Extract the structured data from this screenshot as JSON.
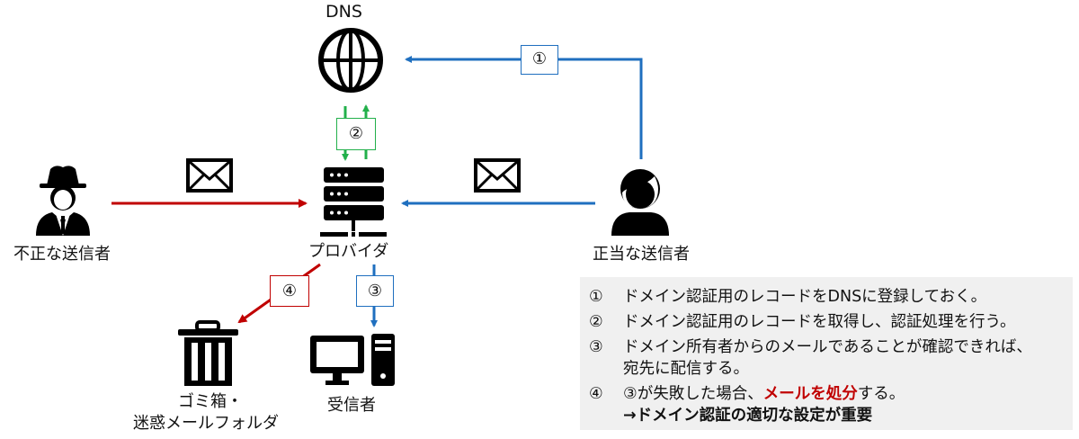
{
  "nodes": {
    "dns": {
      "label": "DNS"
    },
    "provider": {
      "label": "プロバイダ"
    },
    "malicious_sender": {
      "label": "不正な送信者"
    },
    "legit_sender": {
      "label": "正当な送信者"
    },
    "trash": {
      "label_line1": "ゴミ箱・",
      "label_line2": "迷惑メールフォルダ"
    },
    "recipient": {
      "label": "受信者"
    }
  },
  "steps": {
    "s1": "①",
    "s2": "②",
    "s3": "③",
    "s4": "④"
  },
  "colors": {
    "blue": "#1f6fbf",
    "red": "#c00000",
    "green": "#22b04b",
    "panel_bg": "#f0f0f0"
  },
  "legend": {
    "items": [
      {
        "num": "①",
        "text": "ドメイン認証用のレコードをDNSに登録しておく。"
      },
      {
        "num": "②",
        "text": "ドメイン認証用のレコードを取得し、認証処理を行う。"
      },
      {
        "num": "③",
        "text": "ドメイン所有者からのメールであることが確認できれば、",
        "text2": "宛先に配信する。"
      },
      {
        "num": "④",
        "text_pre": "③が失敗した場合、",
        "text_red": "メールを処分",
        "text_post": "する。",
        "text2": "→ドメイン認証の適切な設定が重要"
      }
    ]
  }
}
